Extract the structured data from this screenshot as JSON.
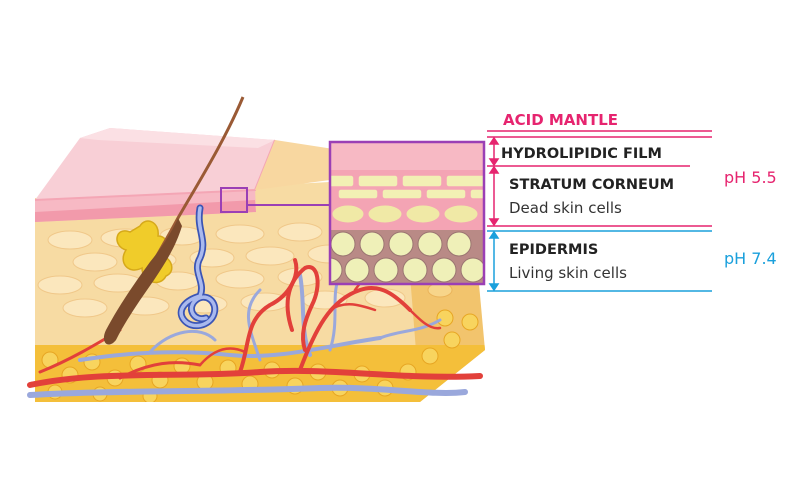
{
  "labels": {
    "acid_mantle": "ACID MANTLE",
    "hydrolipidic_film": "HYDROLIPIDIC FILM",
    "stratum_corneum": "STRATUM CORNEUM",
    "stratum_corneum_desc": "Dead skin cells",
    "epidermis": "EPIDERMIS",
    "epidermis_desc": "Living skin cells",
    "ph_outer": "pH 5.5",
    "ph_inner": "pH 7.4"
  },
  "colors": {
    "acid_mantle": "#e6246f",
    "epidermis": "#1aa0dc",
    "zoom_frame": "#9b3fb5",
    "artery": "#e2403a",
    "vein": "#8c9bd6",
    "fat": "#f4c233",
    "gland": "#f0cc2a",
    "skin_top": "#f7c9d0",
    "dermis": "#f7dba3",
    "text": "#222222"
  },
  "icons": [
    "hair-shaft",
    "sebaceous-gland",
    "sweat-gland",
    "blood-vessels",
    "fat-cells"
  ]
}
